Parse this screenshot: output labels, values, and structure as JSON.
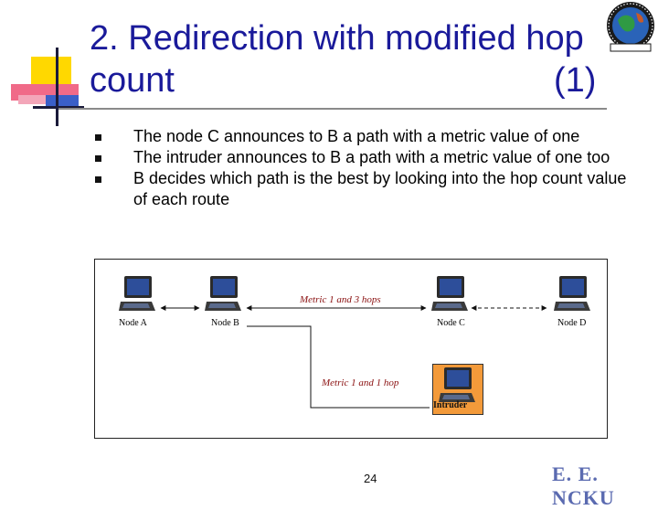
{
  "slide": {
    "title_line1": "2. Redirection with modified hop",
    "title_line2_left": "count",
    "title_line2_right": "(1)",
    "bullets": [
      "The node C announces to B a path with a metric value of one",
      "The intruder announces to B a path with a metric value of one too",
      "B decides which path is the best by looking into the hop count value of each route"
    ],
    "page_number": "24",
    "footer_logo": "E. E. NCKU"
  },
  "diagram": {
    "nodes": {
      "a": "Node A",
      "b": "Node B",
      "c": "Node C",
      "d": "Node D",
      "intruder": "Intruder"
    },
    "metric_top": "Metric 1 and 3 hops",
    "metric_mid": "Metric 1 and 1 hop"
  },
  "colors": {
    "title": "#1a1a9a",
    "metric_text": "#8a1010",
    "intruder_fill": "#f39a3a"
  },
  "icons": [
    "laptop-icon",
    "globe-emblem-icon",
    "bullet-square-icon"
  ]
}
